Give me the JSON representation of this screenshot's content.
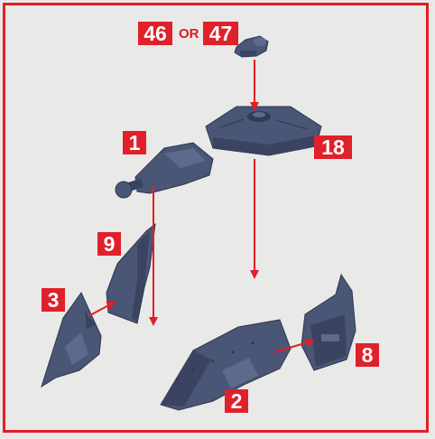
{
  "colors": {
    "frame": "#e31e24",
    "badge": "#e0202a",
    "arrow": "#e31e24",
    "part": "#4a5675",
    "background": "#e9e9e8"
  },
  "labels": {
    "part_46": "46",
    "or_word": "OR",
    "part_47": "47",
    "part_18": "18",
    "part_1": "1",
    "part_9": "9",
    "part_3": "3",
    "part_8": "8",
    "part_2": "2"
  }
}
